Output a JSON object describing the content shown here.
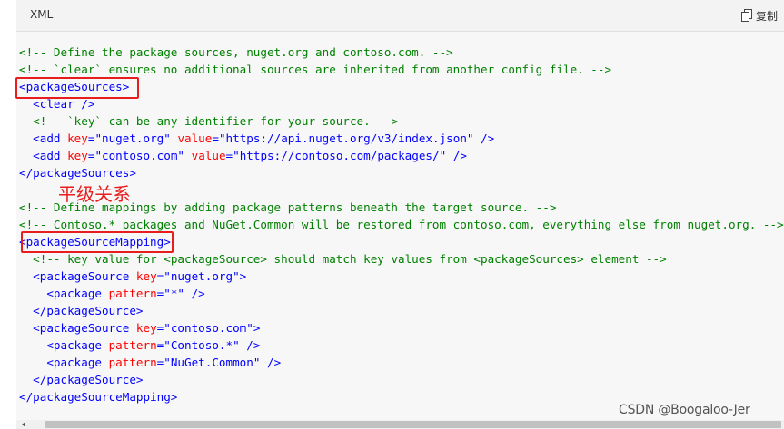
{
  "header": {
    "language": "XML",
    "copy_label": "复制"
  },
  "code": {
    "lines": [
      [
        {
          "t": "cm",
          "s": "<!-- Define the package sources, nuget.org and contoso.com. -->"
        }
      ],
      [
        {
          "t": "cm",
          "s": "<!-- `clear` ensures no additional sources are inherited from another config file. -->"
        }
      ],
      [
        {
          "t": "tg",
          "s": "<packageSources>"
        }
      ],
      [
        {
          "t": "p",
          "s": "  "
        },
        {
          "t": "tg",
          "s": "<clear />"
        }
      ],
      [
        {
          "t": "p",
          "s": "  "
        },
        {
          "t": "cm",
          "s": "<!-- `key` can be any identifier for your source. -->"
        }
      ],
      [
        {
          "t": "p",
          "s": "  "
        },
        {
          "t": "tg",
          "s": "<add "
        },
        {
          "t": "at",
          "s": "key"
        },
        {
          "t": "tg",
          "s": "="
        },
        {
          "t": "vl",
          "s": "\"nuget.org\""
        },
        {
          "t": "tg",
          "s": " "
        },
        {
          "t": "at",
          "s": "value"
        },
        {
          "t": "tg",
          "s": "="
        },
        {
          "t": "vl",
          "s": "\"https://api.nuget.org/v3/index.json\""
        },
        {
          "t": "tg",
          "s": " />"
        }
      ],
      [
        {
          "t": "p",
          "s": "  "
        },
        {
          "t": "tg",
          "s": "<add "
        },
        {
          "t": "at",
          "s": "key"
        },
        {
          "t": "tg",
          "s": "="
        },
        {
          "t": "vl",
          "s": "\"contoso.com\""
        },
        {
          "t": "tg",
          "s": " "
        },
        {
          "t": "at",
          "s": "value"
        },
        {
          "t": "tg",
          "s": "="
        },
        {
          "t": "vl",
          "s": "\"https://contoso.com/packages/\""
        },
        {
          "t": "tg",
          "s": " />"
        }
      ],
      [
        {
          "t": "tg",
          "s": "</packageSources>"
        }
      ],
      [
        {
          "t": "p",
          "s": " "
        }
      ],
      [
        {
          "t": "cm",
          "s": "<!-- Define mappings by adding package patterns beneath the target source. -->"
        }
      ],
      [
        {
          "t": "cm",
          "s": "<!-- Contoso.* packages and NuGet.Common will be restored from contoso.com, everything else from nuget.org. -->"
        }
      ],
      [
        {
          "t": "tg",
          "s": "<packageSourceMapping>"
        }
      ],
      [
        {
          "t": "p",
          "s": "  "
        },
        {
          "t": "cm",
          "s": "<!-- key value for <packageSource> should match key values from <packageSources> element -->"
        }
      ],
      [
        {
          "t": "p",
          "s": "  "
        },
        {
          "t": "tg",
          "s": "<packageSource "
        },
        {
          "t": "at",
          "s": "key"
        },
        {
          "t": "tg",
          "s": "="
        },
        {
          "t": "vl",
          "s": "\"nuget.org\""
        },
        {
          "t": "tg",
          "s": ">"
        }
      ],
      [
        {
          "t": "p",
          "s": "    "
        },
        {
          "t": "tg",
          "s": "<package "
        },
        {
          "t": "at",
          "s": "pattern"
        },
        {
          "t": "tg",
          "s": "="
        },
        {
          "t": "vl",
          "s": "\"*\""
        },
        {
          "t": "tg",
          "s": " />"
        }
      ],
      [
        {
          "t": "p",
          "s": "  "
        },
        {
          "t": "tg",
          "s": "</packageSource>"
        }
      ],
      [
        {
          "t": "p",
          "s": "  "
        },
        {
          "t": "tg",
          "s": "<packageSource "
        },
        {
          "t": "at",
          "s": "key"
        },
        {
          "t": "tg",
          "s": "="
        },
        {
          "t": "vl",
          "s": "\"contoso.com\""
        },
        {
          "t": "tg",
          "s": ">"
        }
      ],
      [
        {
          "t": "p",
          "s": "    "
        },
        {
          "t": "tg",
          "s": "<package "
        },
        {
          "t": "at",
          "s": "pattern"
        },
        {
          "t": "tg",
          "s": "="
        },
        {
          "t": "vl",
          "s": "\"Contoso.*\""
        },
        {
          "t": "tg",
          "s": " />"
        }
      ],
      [
        {
          "t": "p",
          "s": "    "
        },
        {
          "t": "tg",
          "s": "<package "
        },
        {
          "t": "at",
          "s": "pattern"
        },
        {
          "t": "tg",
          "s": "="
        },
        {
          "t": "vl",
          "s": "\"NuGet.Common\""
        },
        {
          "t": "tg",
          "s": " />"
        }
      ],
      [
        {
          "t": "p",
          "s": "  "
        },
        {
          "t": "tg",
          "s": "</packageSource>"
        }
      ],
      [
        {
          "t": "tg",
          "s": "</packageSourceMapping>"
        }
      ]
    ]
  },
  "annotation": {
    "text": "平级关系",
    "color": "#e81e1e"
  },
  "watermark": "CSDN @Boogaloo-Jer",
  "icons": {
    "copy": "copy-icon",
    "scroll_left": "arrow-left-icon"
  },
  "colors": {
    "comment": "#008000",
    "tag": "#0000ff",
    "attribute": "#ff0000",
    "highlight_box": "#e81e1e"
  }
}
